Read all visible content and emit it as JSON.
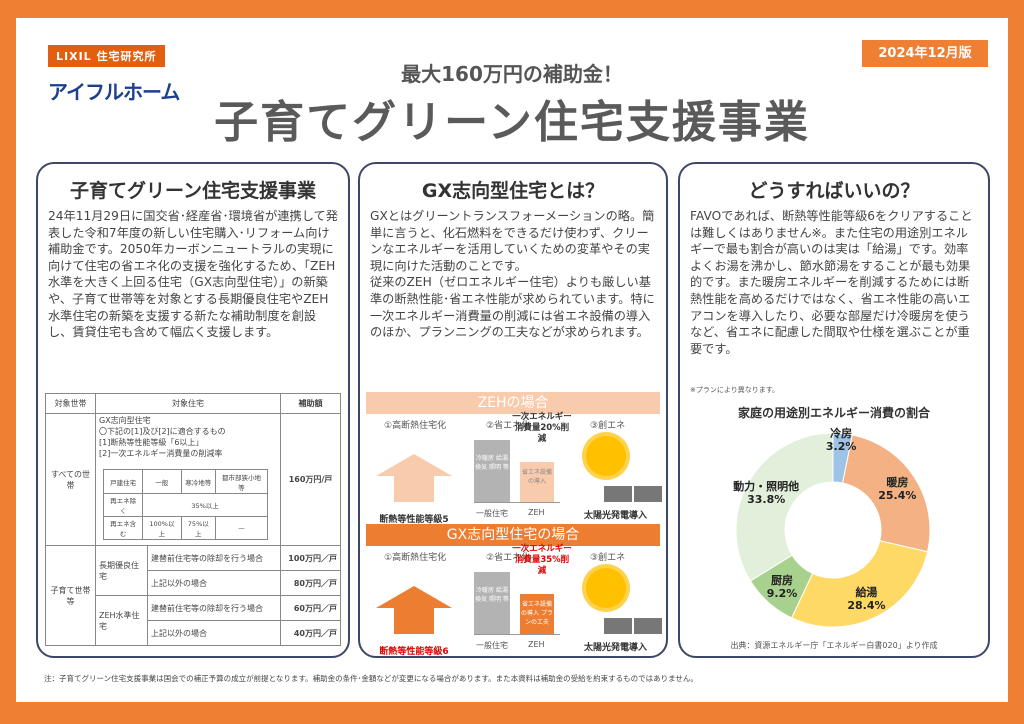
{
  "header": {
    "logo_top": "LIXIL 住宅研究所",
    "logo_bottom": "アイフルホーム",
    "edition": "2024年12月版",
    "subtitle": "最大160万円の補助金！",
    "title": "子育てグリーン住宅支援事業"
  },
  "left": {
    "title": "子育てグリーン住宅支援事業",
    "text": "24年11月29日に国交省･経産省･環境省が連携して発表した令和7年度の新しい住宅購入･リフォーム向け補助金です。2050年カーボンニュートラルの実現に向けて住宅の省エネ化の支援を強化するため、「ZEH水準を大きく上回る住宅（GX志向型住宅）」の新築や、子育て世帯等を対象とする長期優良住宅やZEH水準住宅の新築を支援する新たな補助制度を創設し、賃貸住宅も含めて幅広く支援します。",
    "table": {
      "headers": [
        "対象世帯",
        "対象住宅",
        "補助額"
      ],
      "all": {
        "household": "すべての世帯",
        "lines": [
          "GX志向型住宅",
          "〇下記の[1]及び[2]に適合するもの",
          "[1]断熱等性能等級「6以上」",
          "[2]一次エネルギー消費量の削減率"
        ],
        "inner_headers": [
          "戸建住宅",
          "一般",
          "寒冷地等",
          "都市部狭小地等"
        ],
        "inner_rows": [
          [
            "再エネ除く",
            "35%以上"
          ],
          [
            "再エネ含む",
            "100%以上",
            "75%以上",
            "—"
          ]
        ],
        "amount": "160万円/戸"
      },
      "kids": {
        "household": "子育て世帯等",
        "groups": [
          {
            "type": "長期優良住宅",
            "rows": [
              [
                "建替前住宅等の除却を行う場合",
                "100万円／戸"
              ],
              [
                "上記以外の場合",
                "80万円／戸"
              ]
            ]
          },
          {
            "type": "ZEH水準住宅",
            "rows": [
              [
                "建替前住宅等の除却を行う場合",
                "60万円／戸"
              ],
              [
                "上記以外の場合",
                "40万円／戸"
              ]
            ]
          }
        ]
      }
    }
  },
  "mid": {
    "title": "GX志向型住宅とは？",
    "text1": "GXとはグリーントランスフォーメーションの略。簡単に言うと、化石燃料をできるだけ使わず、クリーンなエネルギーを活用していくための変革やその実現に向けた活動のことです。",
    "text2": "従来のZEH（ゼロエネルギー住宅）よりも厳しい基準の断熱性能･省エネ性能が求められています。特に一次エネルギー消費量の削減には省エネ設備の導入のほか、プランニングの工夫などが求められます。",
    "steps": [
      "①高断熱住宅化",
      "②省エネ化",
      "③創エネ"
    ],
    "general_bar": "冷暖房 給湯 換気 照明 等",
    "general_label": "一般住宅",
    "zeh_label": "ZEH",
    "solar": "太陽光発電導入",
    "zeh": {
      "heading": "ZEHの場合",
      "grade": "断熱等性能等級5",
      "reduction": "一次エネルギー消費量20%削減",
      "bar": "省エネ設備の導入"
    },
    "gx": {
      "heading": "GX志向型住宅の場合",
      "grade": "断熱等性能等級6",
      "reduction": "一次エネルギー消費量35%削減",
      "bar": "省エネ設備の導入 プランの工夫"
    },
    "colors": {
      "zeh": "#f8cbad",
      "gx": "#ed7d31",
      "red": "#e00000"
    }
  },
  "right": {
    "title": "どうすればいいの？",
    "text": "FAVOであれば、断熱等性能等級6をクリアすることは難しくはありません※。また住宅の用途別エネルギーで最も割合が高いのは実は「給湯」です。効率よくお湯を沸かし、節水節湯をすることが最も効果的です。また暖房エネルギーを削減するためには断熱性能を高めるだけではなく、省エネ性能の高いエアコンを導入したり、必要な部屋だけ冷暖房を使うなど、省エネに配慮した間取や仕様を選ぶことが重要です。",
    "plan_note": "※プランにより異なります。",
    "source": "出典：資源エネルギー庁「エネルギー白書020」より作成"
  },
  "chart_data": {
    "type": "pie",
    "title": "家庭の用途別エネルギー消費の割合",
    "donut": true,
    "categories": [
      "冷房",
      "暖房",
      "給湯",
      "厨房",
      "動力・照明他"
    ],
    "values": [
      3.2,
      25.4,
      28.4,
      9.2,
      33.8
    ],
    "labels": [
      "3.2%",
      "25.4%",
      "28.4%",
      "9.2%",
      "33.8%"
    ],
    "colors": [
      "#9dc3e6",
      "#f4b183",
      "#ffd966",
      "#a9d18e",
      "#e2efda"
    ]
  },
  "footnote": "注：子育てグリーン住宅支援事業は国会での補正予算の成立が前提となります。補助金の条件･金額などが変更になる場合があります。また本資料は補助金の受給を約束するものではありません。"
}
